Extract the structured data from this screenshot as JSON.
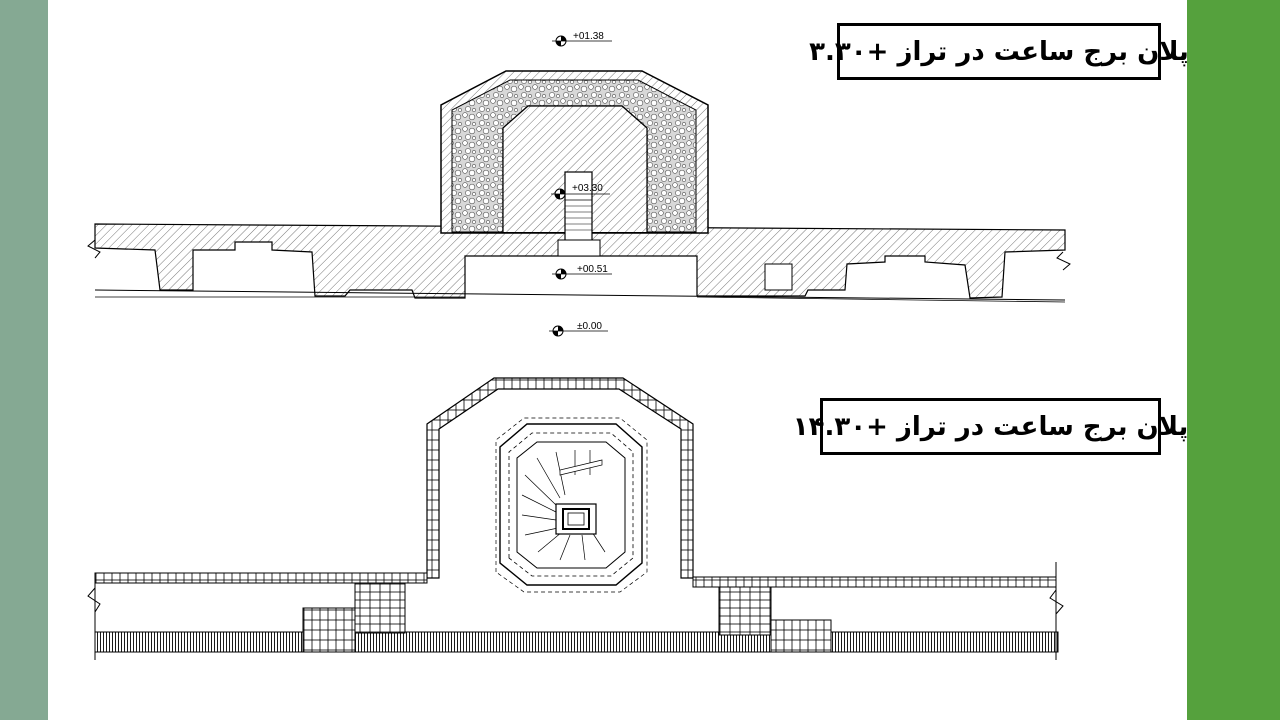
{
  "titles": {
    "plan_1": "پلان برج ساعت در تراز +۳.۳۰",
    "plan_2": "پلان برج ساعت در تراز +۱۴.۳۰"
  },
  "levels": {
    "top": "+01.38",
    "inner": "+03.30",
    "floor": "+00.51",
    "ground": "±0.00"
  },
  "colors": {
    "left_band": "#85a993",
    "right_band": "#55a13d",
    "line": "#000000",
    "frame": "#000000"
  }
}
